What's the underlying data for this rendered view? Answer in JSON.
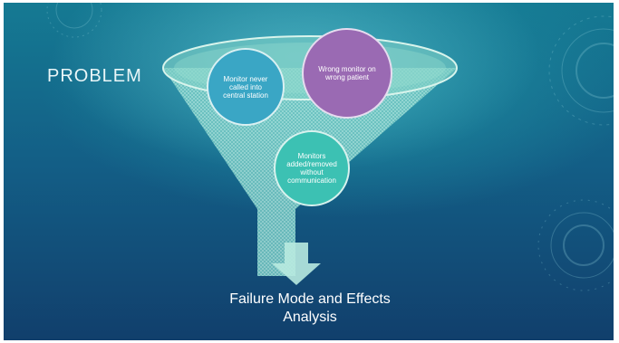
{
  "slide": {
    "title": "PROBLEM",
    "bubbles": [
      {
        "text": "Monitor never called into central station",
        "color": "#3aa6c5"
      },
      {
        "text": "Wrong monitor on wrong patient",
        "color": "#9a6ab3"
      },
      {
        "text": "Monitors added/removed without communication",
        "color": "#3cc1b3"
      }
    ],
    "caption": {
      "line1": "Failure Mode and Effects",
      "line2": "Analysis"
    },
    "icons": {
      "funnel": "funnel-icon",
      "arrow": "down-arrow-icon"
    },
    "colors": {
      "background_top": "#157a93",
      "background_bottom": "#113f6c",
      "funnel": "#8fd6cf",
      "arrow": "#b8eae0"
    }
  }
}
